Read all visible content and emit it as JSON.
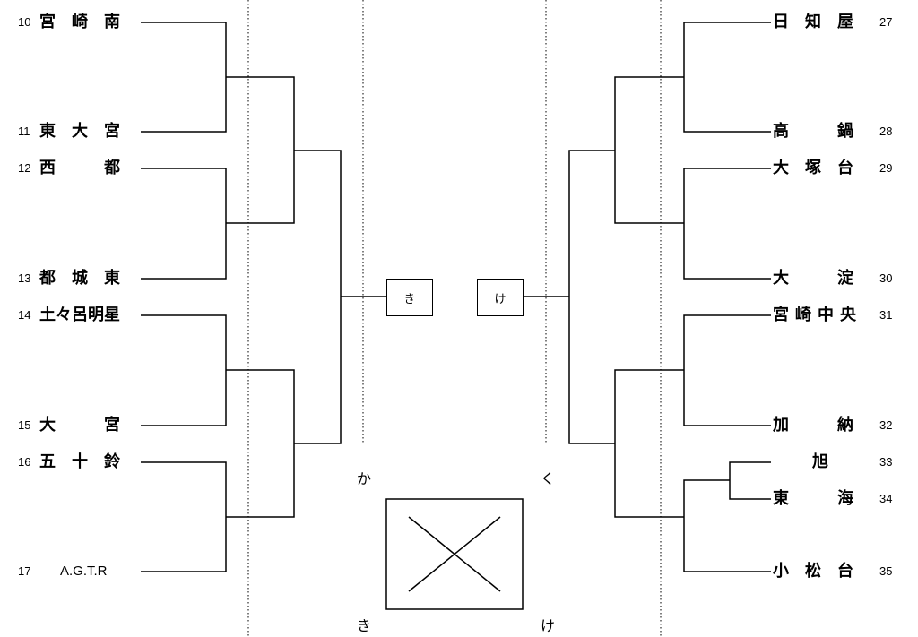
{
  "left_teams": [
    {
      "num": "10",
      "name": "宮　崎　南"
    },
    {
      "num": "11",
      "name": "東　大　宮"
    },
    {
      "num": "12",
      "name": "西　　　都"
    },
    {
      "num": "13",
      "name": "都　城　東"
    },
    {
      "num": "14",
      "name": "土々呂明星"
    },
    {
      "num": "15",
      "name": "大　　　宮"
    },
    {
      "num": "16",
      "name": "五　十　鈴"
    },
    {
      "num": "17",
      "name": "A.G.T.R"
    }
  ],
  "right_teams": [
    {
      "num": "27",
      "name": "日　知　屋"
    },
    {
      "num": "28",
      "name": "高　　　鍋"
    },
    {
      "num": "29",
      "name": "大　塚　台"
    },
    {
      "num": "30",
      "name": "大　　　淀"
    },
    {
      "num": "31",
      "name": "宮崎中央"
    },
    {
      "num": "32",
      "name": "加　　　納"
    },
    {
      "num": "33",
      "name": "旭"
    },
    {
      "num": "34",
      "name": "東　　　海"
    },
    {
      "num": "35",
      "name": "小　松　台"
    }
  ],
  "boxes": {
    "left": "き",
    "right": "け"
  },
  "marks": {
    "top_left": "か",
    "top_right": "く",
    "bottom_left": "き",
    "bottom_right": "け"
  }
}
